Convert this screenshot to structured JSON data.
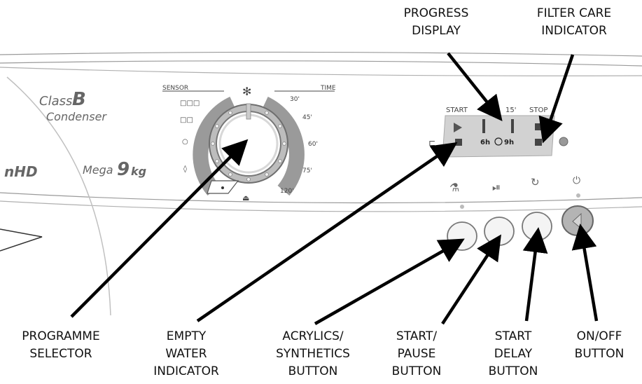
{
  "brand": {
    "class_prefix": "Class",
    "class_letter": "B",
    "type": "Condenser",
    "left_label": "nHD",
    "capacity_prefix": "Mega",
    "capacity_number": "9",
    "capacity_unit": "kg"
  },
  "dial": {
    "left_label": "SENSOR",
    "right_label": "TIME",
    "sensor_marks": [
      "□□□",
      "□□",
      "○"
    ],
    "time_marks": [
      "30'",
      "45'",
      "60'",
      "75'",
      "120'"
    ]
  },
  "progress_panel": {
    "stage_labels": [
      "START",
      "15'",
      "STOP"
    ],
    "delay_left": "6h",
    "delay_right": "9h"
  },
  "callouts": {
    "progress_display": [
      "PROGRESS",
      "DISPLAY"
    ],
    "filter_care_indicator": [
      "FILTER CARE",
      "INDICATOR"
    ],
    "programme_selector": [
      "PROGRAMME",
      "SELECTOR"
    ],
    "empty_water_indicator": [
      "EMPTY",
      "WATER",
      "INDICATOR"
    ],
    "acrylics_button": [
      "ACRYLICS/",
      "SYNTHETICS",
      "BUTTON"
    ],
    "start_pause_button": [
      "START/",
      "PAUSE",
      "BUTTON"
    ],
    "start_delay_button": [
      "START",
      "DELAY",
      "BUTTON"
    ],
    "on_off_button": [
      "ON/OFF",
      "BUTTON"
    ]
  },
  "colors": {
    "ring": "#9a9a9a",
    "ring_dark": "#6e6e6e",
    "panel": "#d2d2d2",
    "text_grey": "#555555",
    "arrow": "#000000"
  }
}
